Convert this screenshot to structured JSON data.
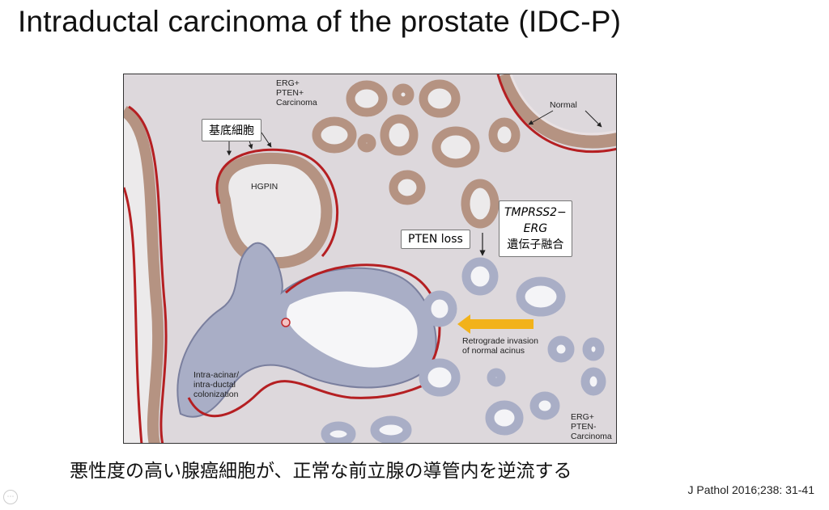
{
  "slide": {
    "title": "Intraductal carcinoma of the prostate (IDC-P)",
    "caption": "悪性度の高い腺癌細胞が、正常な前立腺の導管内を逆流する",
    "citation": "J Pathol 2016;238: 31-41",
    "corner_icon": "⋯"
  },
  "figure": {
    "labels": {
      "erg_pten_pos": "ERG+\nPTEN+\nCarcinoma",
      "normal": "Normal",
      "hgpin": "HGPIN",
      "intra_acinar": "Intra-acinar/\nintra-ductal\ncolonization",
      "retrograde": "Retrograde invasion\nof normal acinus",
      "erg_pten_neg": "ERG+\nPTEN-\nCarcinoma"
    },
    "boxes": {
      "basal_cells": "基底細胞",
      "pten_loss": "PTEN loss",
      "tmprss2_line1": "TMPRSS2−",
      "tmprss2_line2": "ERG",
      "tmprss2_line3": "遺伝子融合"
    }
  },
  "colors": {
    "background": "#ddd8dc",
    "brown_cells": "#b59382",
    "blue_cells": "#a9aec6",
    "nucleus": "#3b3f63",
    "basal_red": "#b51f22",
    "arrow_orange": "#f2b21a"
  }
}
